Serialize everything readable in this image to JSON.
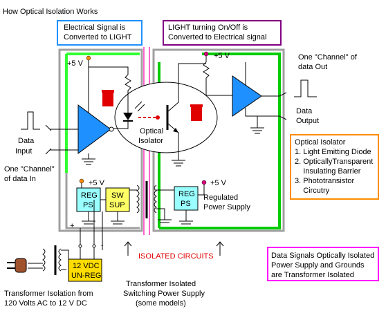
{
  "title": "How Optical Isolation Works",
  "callouts": {
    "electrical_to_light": [
      "Electrical Signal is",
      "Converted to LIGHT"
    ],
    "light_to_electrical": [
      "LIGHT turning On/Off is",
      "Converted to Electrical signal"
    ]
  },
  "power": {
    "plus5v_left": "+5 V",
    "plus5v_right": "+5 V",
    "plus5v_reg_left": "+5 V",
    "plus5v_reg_right": "+5 V"
  },
  "labels": {
    "data_input": [
      "Data",
      "Input"
    ],
    "channel_in": [
      "One \"Channel\"",
      "of data In"
    ],
    "channel_out": [
      "One \"Channel\" of",
      "data Out"
    ],
    "data_output": [
      "Data",
      "Output"
    ],
    "optical_isolator_inline": [
      "Optical",
      "Isolator"
    ],
    "reg_ps_left": [
      "REG",
      "PS"
    ],
    "sw_sup": [
      "SW",
      "SUP"
    ],
    "reg_ps_right": [
      "REG",
      "PS"
    ],
    "regulated_supply": [
      "Regulated",
      "Power Supply"
    ],
    "isolated_circuits": "ISOLATED CIRCUITS",
    "unreg": [
      "12 VDC",
      "UN-REG"
    ],
    "plus_sign": "+",
    "minus_sign": "-",
    "transformer_iso_left": [
      "Transformer Isolation from",
      "120 Volts AC to 12 V DC"
    ],
    "transformer_iso_switch": [
      "Transformer Isolated",
      "Switching  Power Supply",
      "(some models)"
    ]
  },
  "legend": {
    "title": "Optical Isolator",
    "items": [
      "1. Light Emitting Diode",
      "2. OpticallyTransparent",
      "    Insulating Barrier",
      "3.  Phototransistor",
      "    Circutry"
    ]
  },
  "summary": [
    "Data Signals Optically Isolated",
    "Power Supply and Grounds",
    "are Transformer Isolated"
  ],
  "colors": {
    "green": "#00cc00",
    "bright_green": "#33ff33",
    "amp_blue": "#1e90ff",
    "callout_blue": "#1e90ff",
    "callout_purple": "#800080",
    "legend_orange": "#ff8c00",
    "summary_magenta": "#ff00ff",
    "barrier_pink": "#ff66cc",
    "red": "#e00000",
    "reg_cyan": "#99ffff",
    "sw_yellow": "#ffff66",
    "unreg_yellow": "#ffdd00",
    "plug_brown": "#a0522d"
  }
}
